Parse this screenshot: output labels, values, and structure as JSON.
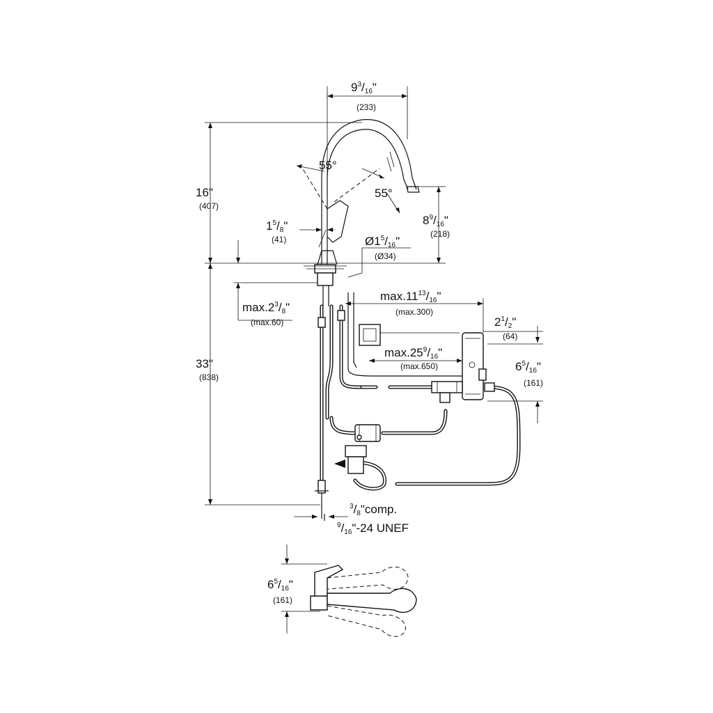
{
  "dimensions": {
    "spout_reach": {
      "whole": "9",
      "frac_num": "3",
      "frac_den": "16",
      "unit": "\"",
      "metric": "(233)"
    },
    "total_height": {
      "value": "16\"",
      "metric": "(407)"
    },
    "angle_left": "55°",
    "angle_right": "55°",
    "handle_offset": {
      "whole": "1",
      "frac_num": "5",
      "frac_den": "8",
      "unit": "\"",
      "metric": "(41)"
    },
    "spout_height": {
      "whole": "8",
      "frac_num": "9",
      "frac_den": "16",
      "unit": "\"",
      "metric": "(218)"
    },
    "hole_diameter": {
      "whole": "Ø1",
      "frac_num": "5",
      "frac_den": "16",
      "unit": "\"",
      "metric": "(Ø34)"
    },
    "max_deck": {
      "whole": "max.2",
      "frac_num": "3",
      "frac_den": "8",
      "unit": "\"",
      "metric": "(max.60)"
    },
    "max_300": {
      "whole": "max.11",
      "frac_num": "13",
      "frac_den": "16",
      "unit": "\"",
      "metric": "(max.300)"
    },
    "box_depth": {
      "whole": "2",
      "frac_num": "1",
      "frac_den": "2",
      "unit": "\"",
      "metric": "(64)"
    },
    "max_650": {
      "whole": "max.25",
      "frac_num": "9",
      "frac_den": "16",
      "unit": "\"",
      "metric": "(max.650)"
    },
    "box_height": {
      "whole": "6",
      "frac_num": "5",
      "frac_den": "16",
      "unit": "\"",
      "metric": "(161)"
    },
    "hose_length": {
      "value": "33\"",
      "metric": "(838)"
    },
    "comp": {
      "frac_num": "3",
      "frac_den": "8",
      "rest": "\"comp."
    },
    "thread": {
      "frac_num": "9",
      "frac_den": "16",
      "rest": "\"-24 UNEF"
    },
    "base_height": {
      "whole": "6",
      "frac_num": "5",
      "frac_den": "16",
      "unit": "\"",
      "metric": "(161)"
    }
  }
}
